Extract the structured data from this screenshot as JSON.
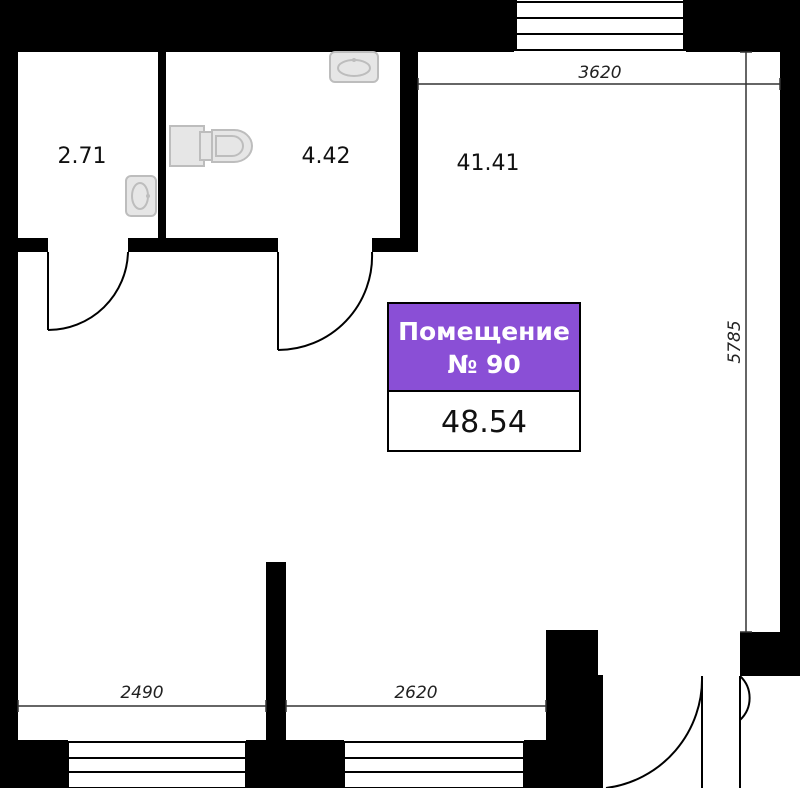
{
  "rooms": [
    {
      "area": "2.71"
    },
    {
      "area": "4.42"
    },
    {
      "area": "41.41"
    }
  ],
  "label": {
    "title_line1": "Помещение",
    "title_line2": "№ 90",
    "total_area": "48.54",
    "accent_color": "#8a4fd6"
  },
  "dimensions": {
    "top_width": "3620",
    "right_height": "5785",
    "bottom_left": "2490",
    "bottom_right": "2620"
  },
  "colors": {
    "wall": "#000000",
    "fixture_fill": "#e6e6e6",
    "fixture_stroke": "#bdbdbd"
  }
}
